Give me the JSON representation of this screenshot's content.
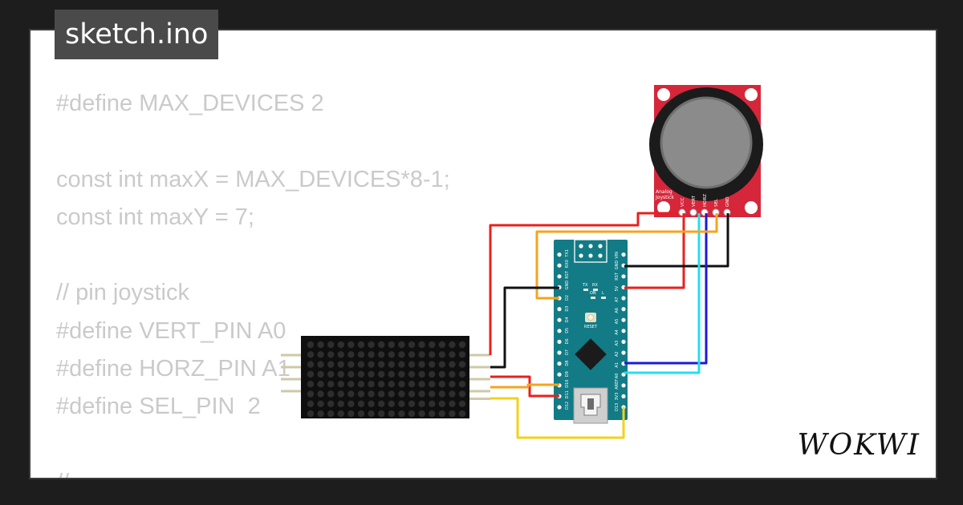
{
  "editor": {
    "file_tab": "sketch.ino",
    "code_lines": [
      "#define MAX_DEVICES 2",
      "",
      "const int maxX = MAX_DEVICES*8-1;",
      "const int maxY = 7;",
      "",
      "// pin joystick",
      "#define VERT_PIN A0",
      "#define HORZ_PIN A1",
      "#define SEL_PIN  2",
      "",
      "// ..."
    ]
  },
  "circuit": {
    "joystick": {
      "name_line1": "Analog",
      "name_line2": "Joystick",
      "pins": [
        "VCC",
        "VERT",
        "HORZ",
        "SEL",
        "GND"
      ],
      "board_color": "#d6263a"
    },
    "arduino_nano": {
      "board_color": "#127b86",
      "left_pins": [
        "D12",
        "D11",
        "D10",
        "D9",
        "D8",
        "D7",
        "D6",
        "D5",
        "D4",
        "D3",
        "D2",
        "GND",
        "RST",
        "RX0",
        "TX1"
      ],
      "right_pins": [
        "D13",
        "3V3",
        "AREF",
        "A0",
        "A1",
        "A2",
        "A3",
        "A4",
        "A5",
        "A6",
        "A7",
        "5V",
        "RST",
        "GND",
        "VIN"
      ],
      "labels": {
        "tx": "TX",
        "rx": "RX",
        "on": "ON",
        "l": "L",
        "reset": "RESET"
      }
    },
    "matrix": {
      "rows": 8,
      "cols": 16,
      "dot_color": "#2e2e2e"
    },
    "wire_colors": {
      "red": "#e8201d",
      "orange": "#f5a41e",
      "black": "#111111",
      "blue": "#1b1bd6",
      "cyan": "#22e0ee",
      "yellow": "#f2d21a"
    }
  },
  "brand": {
    "logo_text": "WOKWI"
  }
}
